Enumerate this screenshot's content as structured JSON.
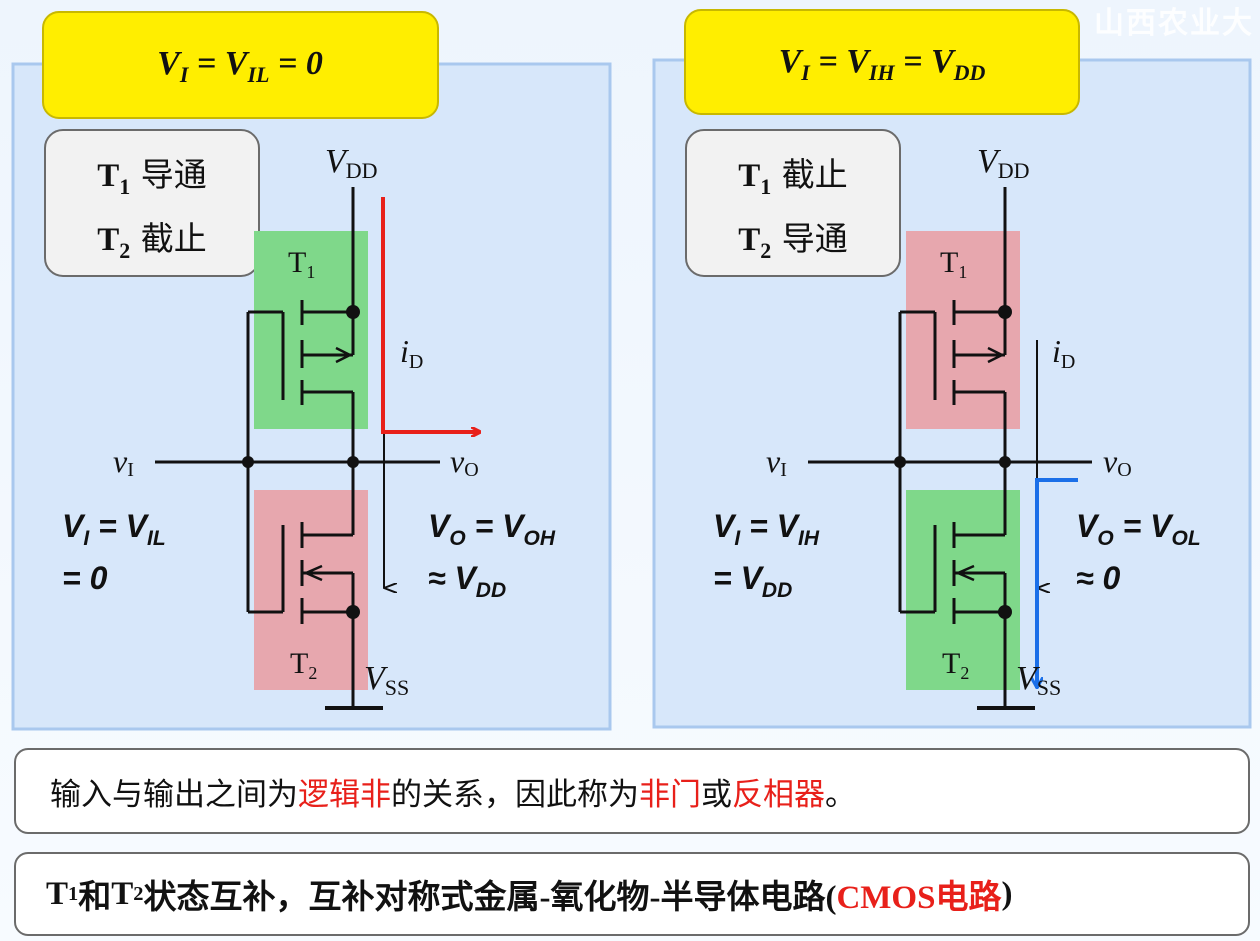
{
  "watermark": "山西农业大",
  "left_panel": {
    "title": {
      "v": "V",
      "s1": "I",
      "eq1": " = V",
      "s2": "IL",
      "tail": " = 0"
    },
    "state1": {
      "t": "T",
      "n": "1",
      "txt": " 导通"
    },
    "state2": {
      "t": "T",
      "n": "2",
      "txt": " 截止"
    },
    "vdd": {
      "v": "V",
      "s": "DD"
    },
    "vss": {
      "v": "V",
      "s": "SS"
    },
    "t1": {
      "t": "T",
      "n": "1"
    },
    "t2": {
      "t": "T",
      "n": "2"
    },
    "id": {
      "v": "i",
      "s": "D"
    },
    "vi": {
      "v": "v",
      "s": "I"
    },
    "vo": {
      "v": "v",
      "s": "O"
    },
    "input_eq": {
      "l1a": "V",
      "l1s": "I",
      "l1b": " = V",
      "l1s2": "IL",
      "l2": "= 0"
    },
    "output_eq": {
      "l1a": "V",
      "l1s": "O",
      "l1b": " = V",
      "l1s2": "OH",
      "l2a": "≈ V",
      "l2s": "DD"
    },
    "t1_color": "#7fd88a",
    "t2_color": "#e7a7ae",
    "arrow_color": "#e8201a"
  },
  "right_panel": {
    "title": {
      "v": "V",
      "s1": "I",
      "eq1": " = V",
      "s2": "IH",
      "tail": " = V",
      "s3": "DD"
    },
    "state1": {
      "t": "T",
      "n": "1",
      "txt": " 截止"
    },
    "state2": {
      "t": "T",
      "n": "2",
      "txt": " 导通"
    },
    "vdd": {
      "v": "V",
      "s": "DD"
    },
    "vss": {
      "v": "V",
      "s": "SS"
    },
    "t1": {
      "t": "T",
      "n": "1"
    },
    "t2": {
      "t": "T",
      "n": "2"
    },
    "id": {
      "v": "i",
      "s": "D"
    },
    "vi": {
      "v": "v",
      "s": "I"
    },
    "vo": {
      "v": "v",
      "s": "O"
    },
    "input_eq": {
      "l1a": "V",
      "l1s": "I",
      "l1b": " = V",
      "l1s2": "IH",
      "l2a": "= V",
      "l2s": "DD"
    },
    "output_eq": {
      "l1a": "V",
      "l1s": "O",
      "l1b": " = V",
      "l1s2": "OL",
      "l2": "≈ 0"
    },
    "t1_color": "#e7a7ae",
    "t2_color": "#7fd88a",
    "arrow_color": "#1a6fe8"
  },
  "notes": {
    "line1": {
      "a": "输入与输出之间为",
      "b": "逻辑非",
      "c": "的关系，因此称为",
      "d": "非门",
      "e": "或",
      "f": "反相器",
      "g": "。"
    },
    "line2": {
      "t1": "T",
      "n1": "1",
      "and": "和",
      "t2": "T",
      "n2": "2",
      "rest": "状态互补，互补对称式金属-氧化物-半导体电路(",
      "cmos": "CMOS电路",
      "close": ")"
    }
  }
}
